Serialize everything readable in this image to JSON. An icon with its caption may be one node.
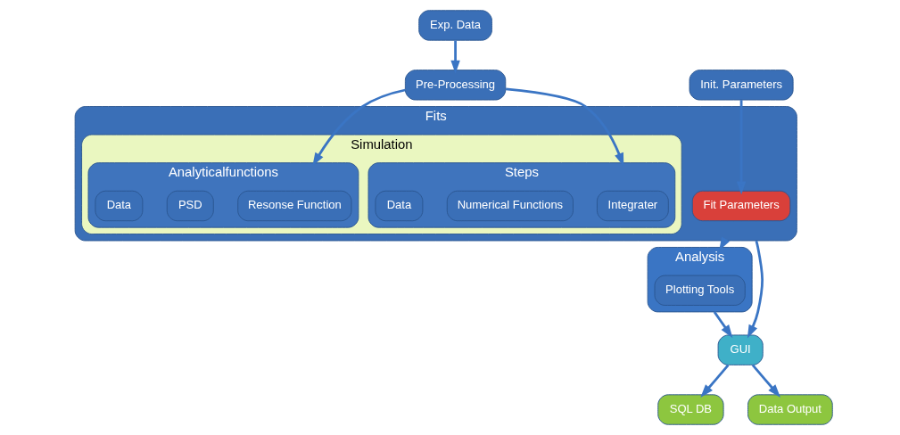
{
  "diagram": {
    "nodes": [
      {
        "text": [
          "Analysis"
        ]
      },
      {
        "text": [
          "Plotting Tools"
        ],
        "in": 0
      },
      {
        "text": [
          "GUI"
        ]
      },
      {
        "text": [
          "SQL DB"
        ]
      },
      {
        "text": [
          "Data Output"
        ]
      },
      {
        "text": [
          "Fits"
        ]
      },
      {
        "text": [
          "Simulation"
        ],
        "in": 5
      },
      {
        "text": [
          "Steps"
        ],
        "in": 6
      },
      {
        "text": [
          "Integrater"
        ],
        "in": 7
      },
      {
        "text": [
          "Numerical Functions"
        ],
        "in": 7
      },
      {
        "text": [
          "Data"
        ],
        "in": 7
      },
      {
        "text": [
          "Analyticalfunctions"
        ],
        "in": 6
      },
      {
        "text": [
          "Resonse Function"
        ],
        "in": 11
      },
      {
        "text": [
          "PSD"
        ],
        "in": 11
      },
      {
        "text": [
          "Data"
        ],
        "in": 11
      },
      {
        "text": [
          "Fit Parameters"
        ],
        "in": 5
      },
      {
        "text": [
          "Exp. Data"
        ]
      },
      {
        "text": [
          "Pre-Processing"
        ]
      },
      {
        "text": [
          "Init. Parameters"
        ]
      }
    ],
    "edges": [
      {
        "from": 5,
        "to": 0,
        "arrow": "to"
      },
      {
        "from": 0,
        "to": 2,
        "arrow": "to"
      },
      {
        "from": 5,
        "to": 2,
        "arrow": "to"
      },
      {
        "from": 2,
        "to": 3,
        "arrow": "to"
      },
      {
        "from": 2,
        "to": 4,
        "arrow": "to"
      },
      {
        "from": 16,
        "to": 17,
        "arrow": "to"
      },
      {
        "from": 17,
        "to": 7,
        "arrow": "to"
      },
      {
        "from": 17,
        "to": 11,
        "arrow": "to"
      },
      {
        "from": 18,
        "to": 15,
        "arrow": "to"
      }
    ]
  }
}
